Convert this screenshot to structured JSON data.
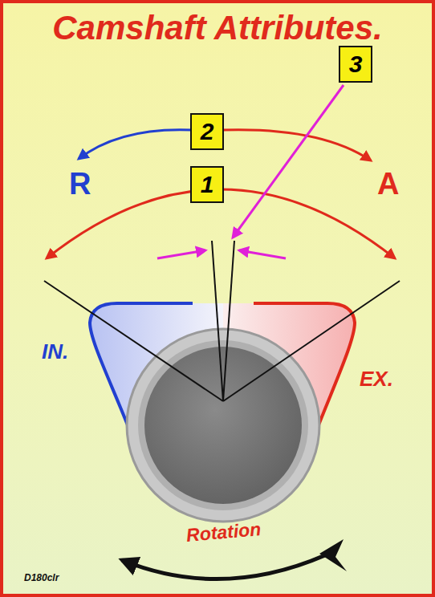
{
  "diagram": {
    "title": "Camshaft Attributes.",
    "nodes": [
      {
        "text": [
          "3"
        ]
      },
      {
        "text": [
          "2"
        ]
      },
      {
        "text": [
          "1"
        ]
      }
    ],
    "labels": [
      "R",
      "A",
      "IN.",
      "EX.",
      "Rotation",
      "D180clr"
    ]
  }
}
